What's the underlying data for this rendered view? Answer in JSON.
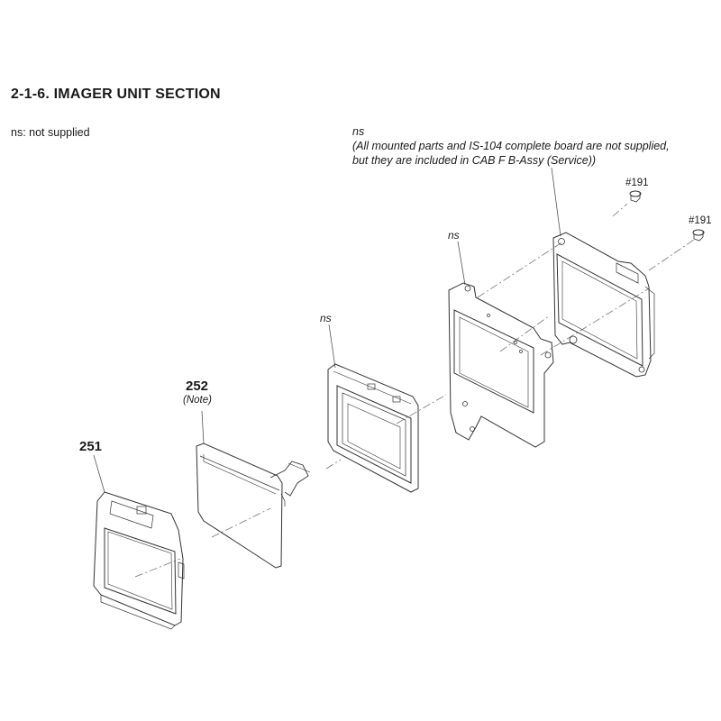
{
  "header": {
    "title": "2-1-6. IMAGER UNIT SECTION"
  },
  "legend": {
    "text": "ns: not supplied"
  },
  "note": {
    "ns": "ns",
    "line1": "(All mounted parts and IS-104 complete board are not supplied,",
    "line2": "but they are included in CAB F B-Assy (Service))"
  },
  "labels": {
    "ns_plate": "ns",
    "ns_frame": "ns",
    "part_252": "252",
    "part_252_note": "(Note)",
    "part_251": "251",
    "screw_1": "#191",
    "screw_2": "#191"
  }
}
